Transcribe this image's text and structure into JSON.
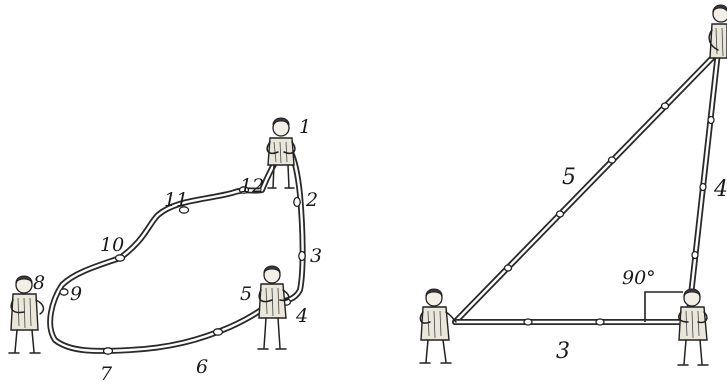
{
  "left_diagram": {
    "knot_labels": [
      "1",
      "2",
      "3",
      "4",
      "5",
      "6",
      "7",
      "8",
      "9",
      "10",
      "11",
      "12"
    ]
  },
  "right_diagram": {
    "side_labels": {
      "hypotenuse": "5",
      "vertical": "4",
      "base": "3"
    },
    "angle_label": "90°"
  }
}
